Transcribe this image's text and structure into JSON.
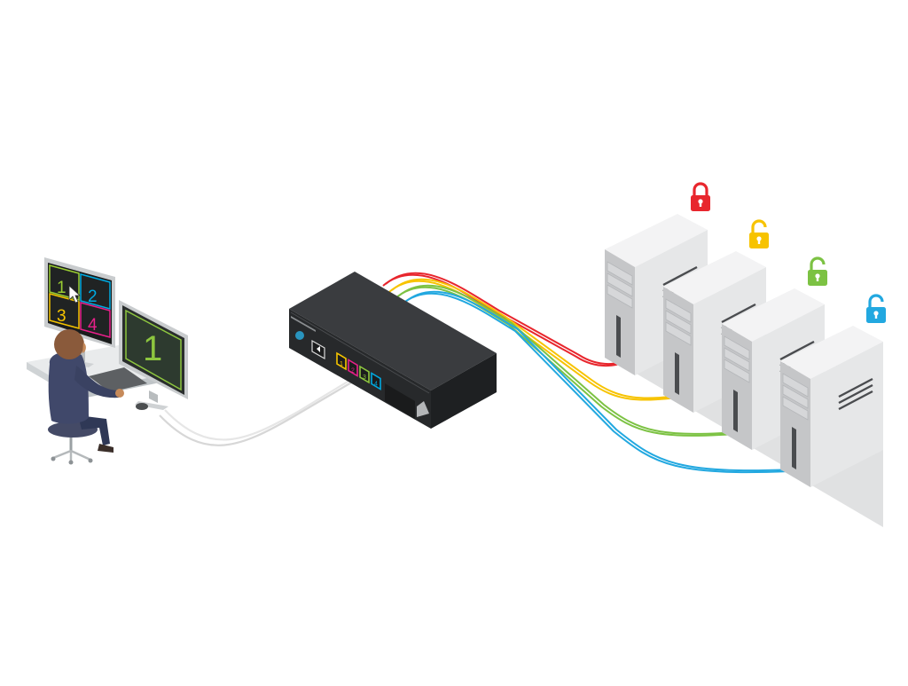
{
  "monitor_left": {
    "quadrants": [
      {
        "label": "1",
        "color": "#9acd32"
      },
      {
        "label": "2",
        "color": "#00a9e0"
      },
      {
        "label": "3",
        "color": "#f5c400"
      },
      {
        "label": "4",
        "color": "#e8208a"
      }
    ]
  },
  "monitor_right": {
    "label": "1",
    "color": "#8dc63f"
  },
  "switch": {
    "channel_buttons": [
      {
        "label": "1",
        "color": "#f5c400"
      },
      {
        "label": "2",
        "color": "#e8208a"
      },
      {
        "label": "3",
        "color": "#8dc63f"
      },
      {
        "label": "4",
        "color": "#00a9e0"
      }
    ]
  },
  "cables": {
    "colors": [
      "#e8262d",
      "#f7c300",
      "#7cc243",
      "#22a8e0"
    ]
  },
  "computers": [
    {
      "lock_color": "#e8262d",
      "lock_state": "locked"
    },
    {
      "lock_color": "#f7c300",
      "lock_state": "unlocked"
    },
    {
      "lock_color": "#7cc243",
      "lock_state": "unlocked"
    },
    {
      "lock_color": "#22a8e0",
      "lock_state": "unlocked"
    }
  ]
}
